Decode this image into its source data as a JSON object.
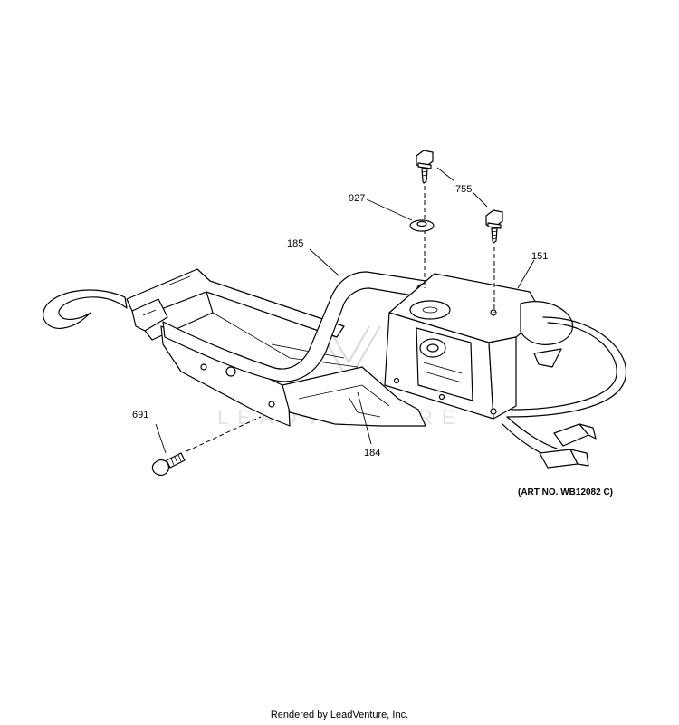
{
  "callouts": {
    "p755": "755",
    "p927": "927",
    "p185": "185",
    "p151": "151",
    "p691": "691",
    "p184": "184"
  },
  "art_number": "(ART NO. WB12082 C)",
  "watermark": "LEADVENTURE",
  "footer": "Rendered by LeadVenture, Inc."
}
